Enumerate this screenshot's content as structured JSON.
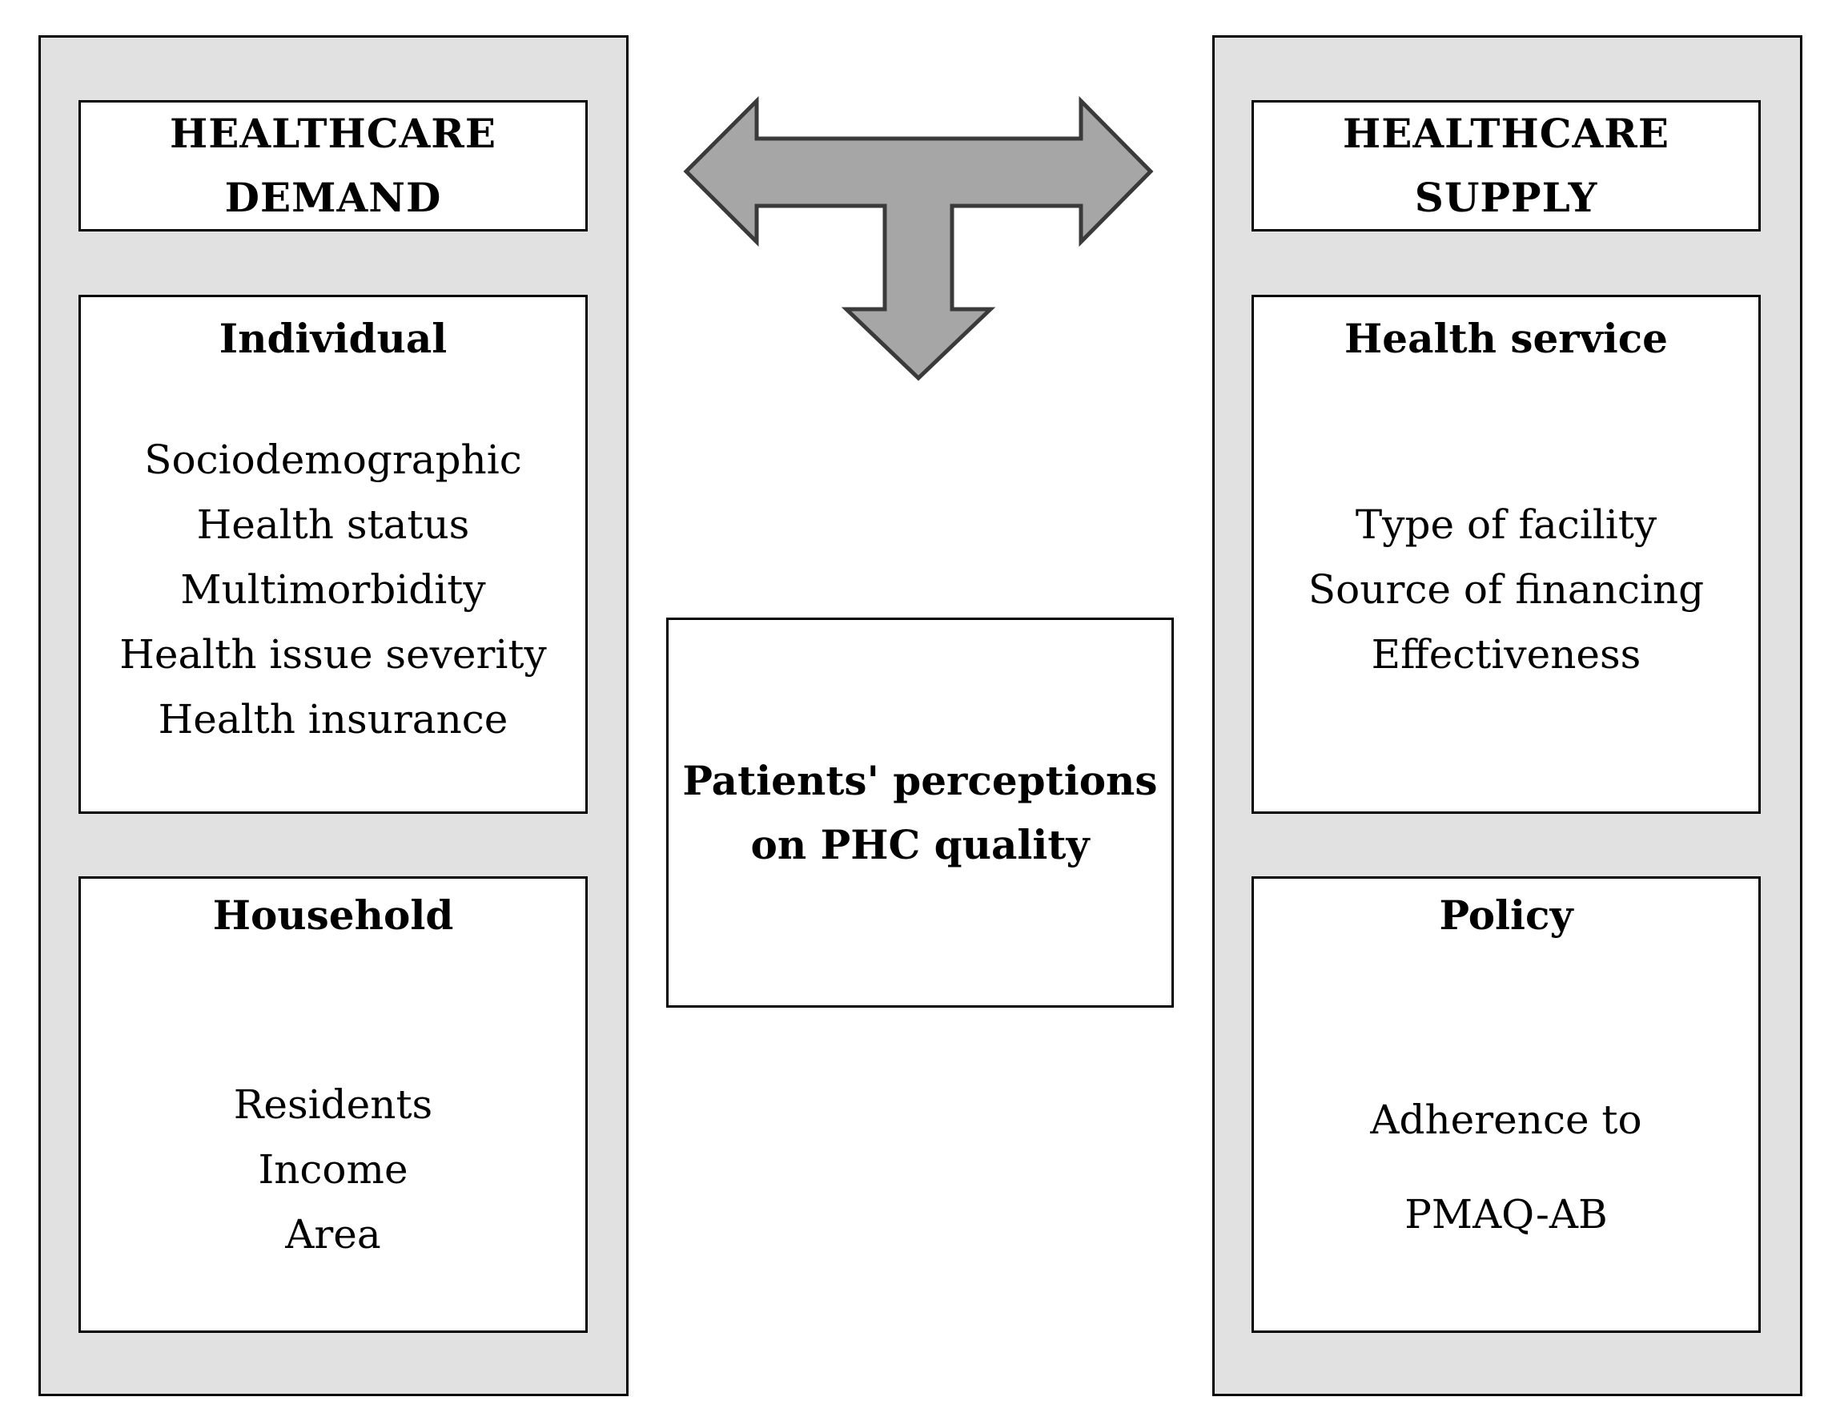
{
  "demand": {
    "header": [
      "HEALTHCARE",
      "DEMAND"
    ],
    "individual": {
      "title": "Individual",
      "items": [
        "Sociodemographic",
        "Health status",
        "Multimorbidity",
        "Health issue severity",
        "Health insurance"
      ]
    },
    "household": {
      "title": "Household",
      "items": [
        "Residents",
        "Income",
        "Area"
      ]
    }
  },
  "supply": {
    "header": [
      "HEALTHCARE",
      "SUPPLY"
    ],
    "health_service": {
      "title": "Health service",
      "items": [
        "Type of facility",
        "Source of financing",
        "Effectiveness"
      ]
    },
    "policy": {
      "title": "Policy",
      "items": [
        "Adherence to",
        "PMAQ-AB"
      ]
    }
  },
  "center": {
    "lines": [
      "Patients' perceptions",
      "on PHC quality"
    ]
  },
  "colors": {
    "panel": "#e1e1e1",
    "arrow_fill": "#a6a6a6",
    "arrow_stroke": "#3a3a3a"
  }
}
